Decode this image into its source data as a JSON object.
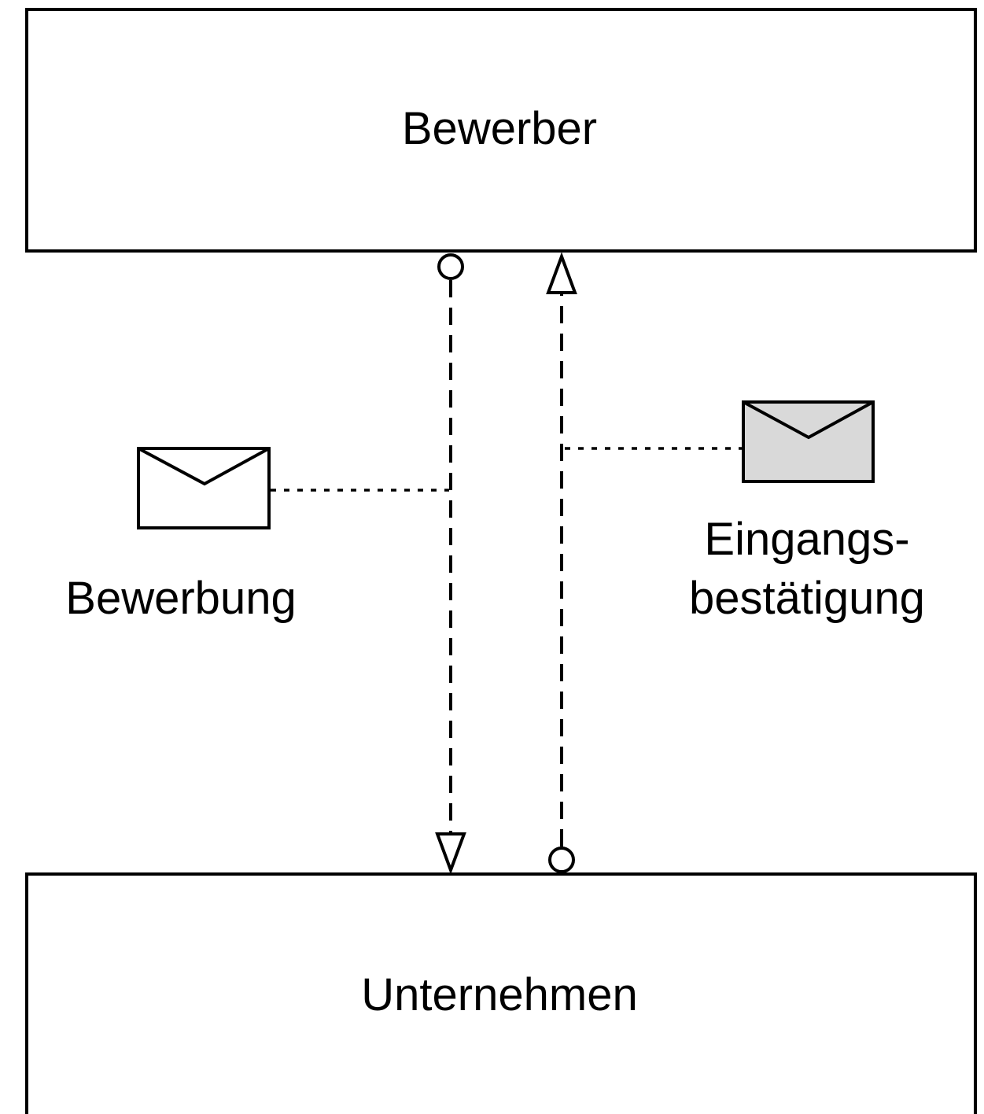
{
  "pools": {
    "top": {
      "label": "Bewerber"
    },
    "bottom": {
      "label": "Unternehmen"
    }
  },
  "messages": {
    "left": {
      "label": "Bewerbung",
      "envelope_fill": "#ffffff"
    },
    "right": {
      "label_line1": "Eingangs-",
      "label_line2": "bestätigung",
      "envelope_fill": "#d9d9d9"
    }
  },
  "colors": {
    "stroke": "#000000",
    "background": "#ffffff"
  }
}
